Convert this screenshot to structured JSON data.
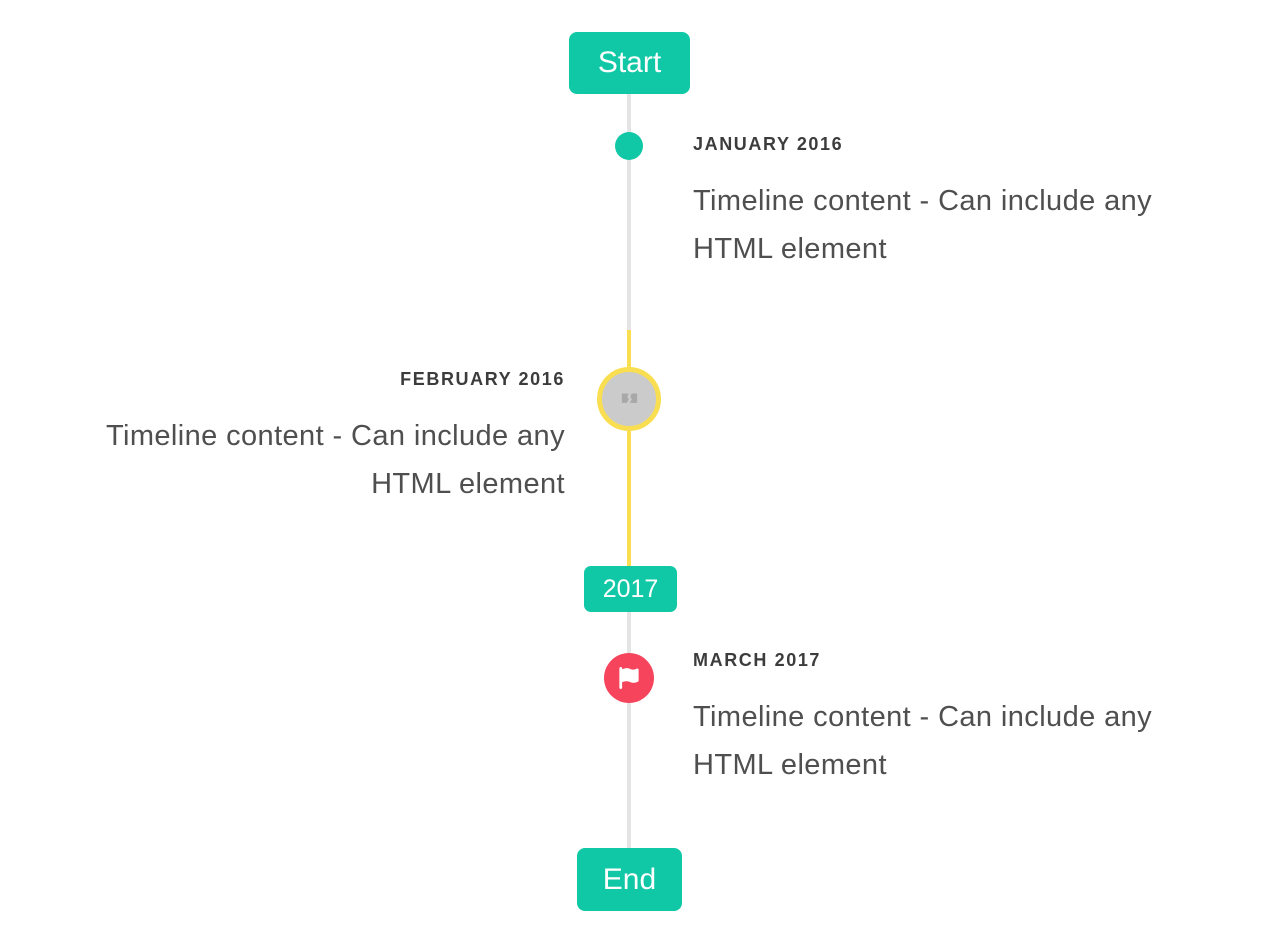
{
  "colors": {
    "accent_teal": "#10c8a5",
    "highlight_yellow": "#f9de52",
    "flag_red": "#f6445c",
    "line_gray": "#e4e4e4",
    "marker_fill_gray": "#cbcbcb",
    "title_text": "#3c3c3c",
    "content_text": "#4f4f4f",
    "badge_text": "#ffffff"
  },
  "timeline": {
    "start_label": "Start",
    "year_label": "2017",
    "end_label": "End",
    "items": [
      {
        "title": "JANUARY 2016",
        "content": "Timeline content - Can include any HTML element",
        "side": "right",
        "marker": "teal-dot"
      },
      {
        "title": "FEBRUARY 2016",
        "content": "Timeline content - Can include any HTML element",
        "side": "left",
        "marker": "gray-circle-broken-image-yellow-ring"
      },
      {
        "title": "MARCH 2017",
        "content": "Timeline content - Can include any HTML element",
        "side": "right",
        "marker": "red-flag-circle"
      }
    ]
  }
}
